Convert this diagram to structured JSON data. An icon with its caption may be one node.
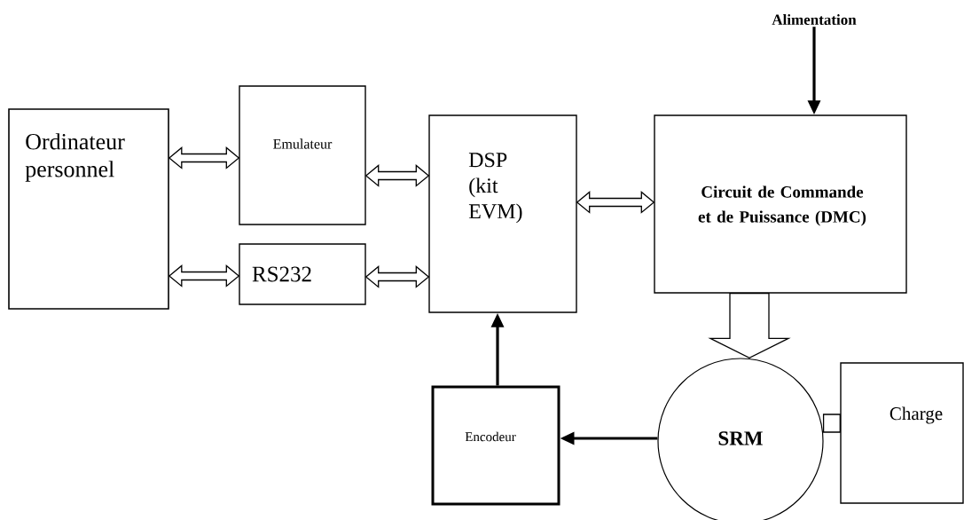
{
  "diagram": {
    "nodes": [
      {
        "text": [
          "Ordinateur personnel"
        ]
      },
      {
        "text": [
          "Emulateur"
        ]
      },
      {
        "text": [
          "RS232"
        ]
      },
      {
        "text": [
          "DSP (kit EVM)"
        ]
      },
      {
        "text": [
          "Circuit de Commande et de Puissance (DMC)"
        ]
      },
      {
        "text": [
          "Alimentation"
        ]
      },
      {
        "text": [
          "Encodeur"
        ]
      },
      {
        "text": [
          "SRM"
        ]
      },
      {
        "text": [
          "Charge"
        ]
      }
    ],
    "edges": [
      {
        "from": 0,
        "to": 1,
        "arrow": "both"
      },
      {
        "from": 0,
        "to": 2,
        "arrow": "both"
      },
      {
        "from": 1,
        "to": 3,
        "arrow": "both"
      },
      {
        "from": 2,
        "to": 3,
        "arrow": "both"
      },
      {
        "from": 3,
        "to": 4,
        "arrow": "both"
      },
      {
        "from": 5,
        "to": 4,
        "arrow": "to"
      },
      {
        "from": 4,
        "to": 7,
        "arrow": "to"
      },
      {
        "from": 7,
        "to": 6,
        "arrow": "to"
      },
      {
        "from": 6,
        "to": 3,
        "arrow": "to"
      },
      {
        "from": 7,
        "to": 8,
        "arrow": "none"
      }
    ]
  }
}
